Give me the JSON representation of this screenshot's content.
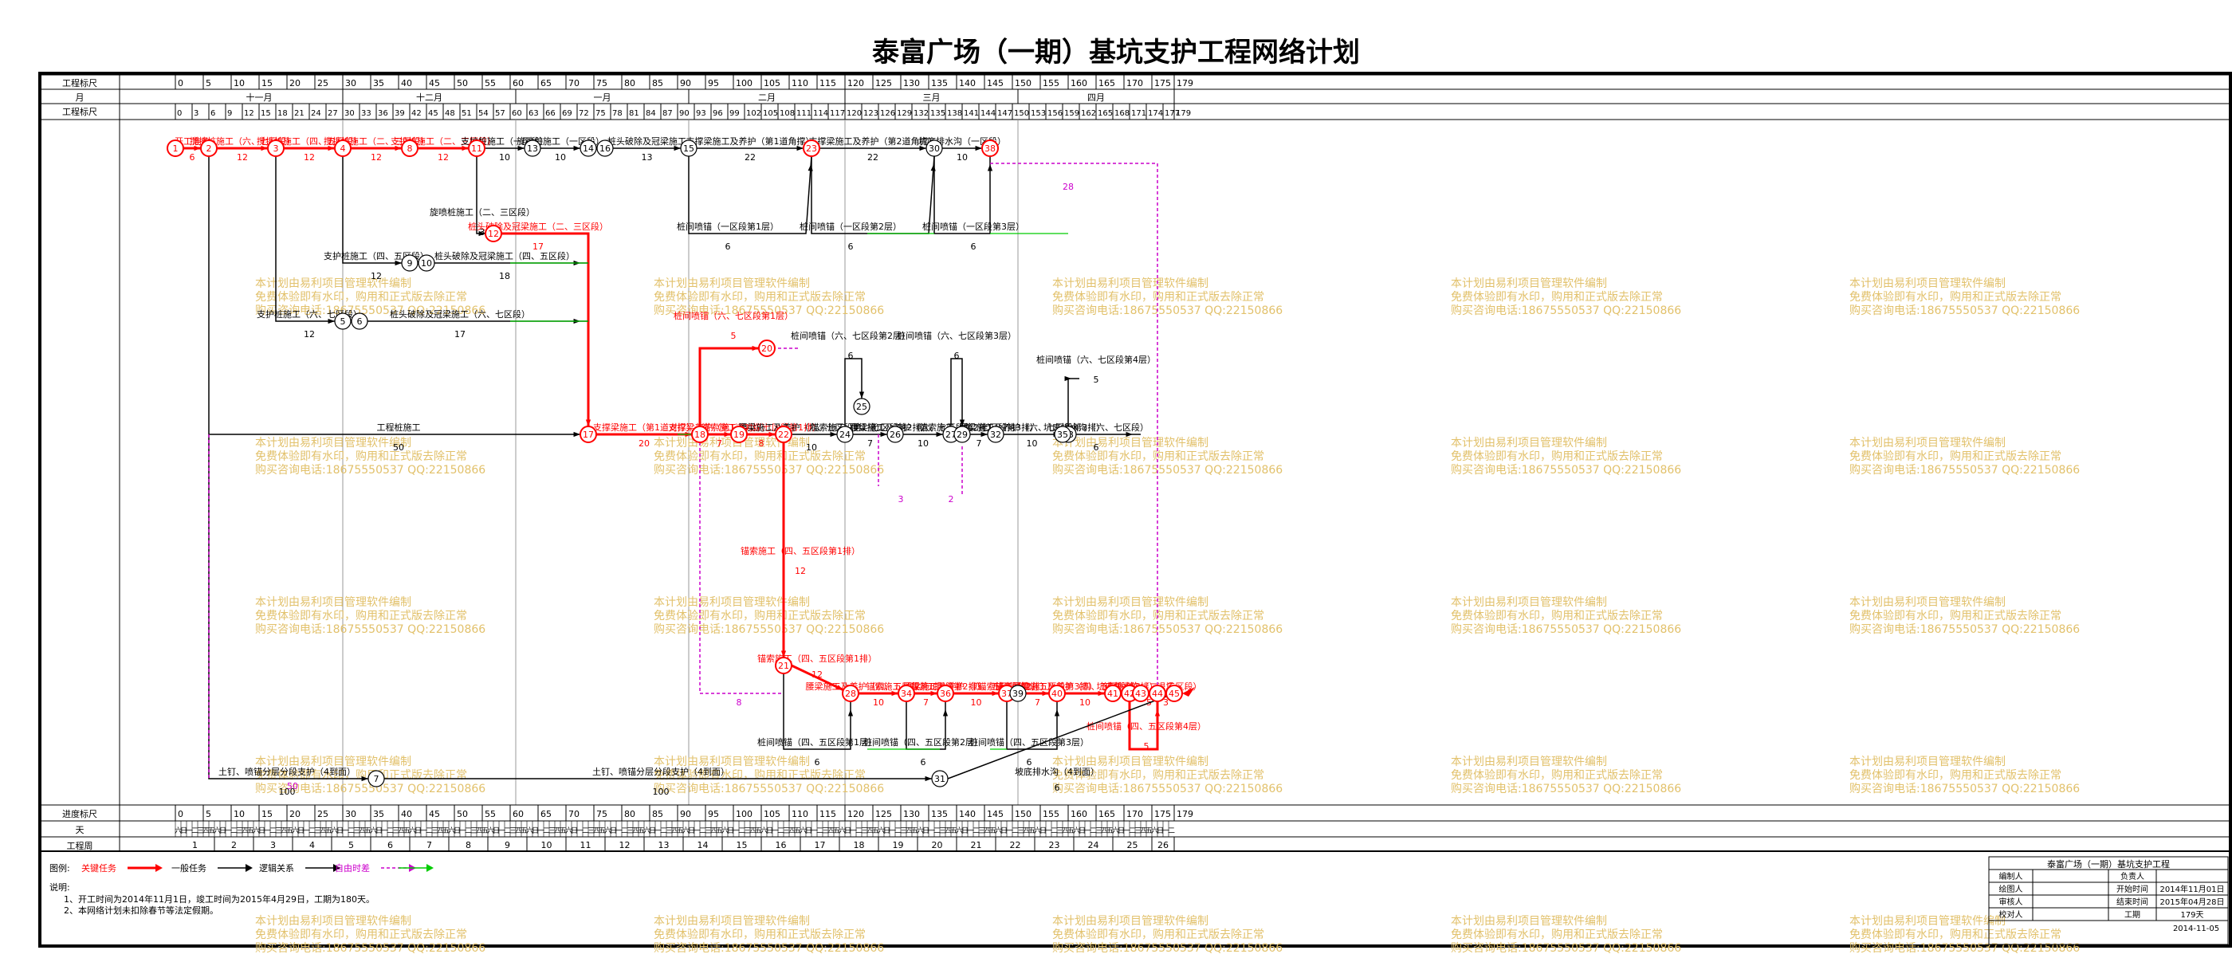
{
  "title": "泰富广场（一期）基坑支护工程网络计划",
  "header": {
    "row_labels": [
      "工程标尺",
      "月",
      "工程标尺"
    ],
    "scale_ticks": [
      "0",
      "5",
      "10",
      "15",
      "20",
      "25",
      "30",
      "35",
      "40",
      "45",
      "50",
      "55",
      "60",
      "65",
      "70",
      "75",
      "80",
      "85",
      "90",
      "95",
      "100",
      "105",
      "110",
      "115",
      "120",
      "125",
      "130",
      "135",
      "140",
      "145",
      "150",
      "155",
      "160",
      "165",
      "170",
      "175",
      "179"
    ],
    "months": [
      "十一月",
      "十二月",
      "一月",
      "二月",
      "三月",
      "四月"
    ],
    "days_top": [
      "0",
      "3",
      "6",
      "9",
      "12",
      "15",
      "18",
      "21",
      "24",
      "27",
      "30",
      "33",
      "36",
      "39",
      "42",
      "45",
      "48",
      "51",
      "54",
      "57",
      "60",
      "63",
      "66",
      "69",
      "72",
      "75",
      "78",
      "81",
      "84",
      "87",
      "90",
      "93",
      "96",
      "99",
      "102",
      "105",
      "108",
      "111",
      "114",
      "117",
      "120",
      "123",
      "126",
      "129",
      "132",
      "135",
      "138",
      "141",
      "144",
      "147",
      "150",
      "153",
      "156",
      "159",
      "162",
      "165",
      "168",
      "171",
      "174",
      "177",
      "179"
    ]
  },
  "footer_scale": {
    "row_labels": [
      "进度标尺",
      "天",
      "工程周"
    ],
    "weekdays": [
      "六",
      "日",
      "一",
      "二",
      "三",
      "四",
      "五"
    ],
    "weeks": [
      "1",
      "2",
      "3",
      "4",
      "5",
      "6",
      "7",
      "8",
      "9",
      "10",
      "11",
      "12",
      "13",
      "14",
      "15",
      "16",
      "17",
      "18",
      "19",
      "20",
      "21",
      "22",
      "23",
      "24",
      "25",
      "26"
    ]
  },
  "legend": {
    "prefix": "图例:",
    "items": [
      {
        "label": "关键任务",
        "color": "#ff0000"
      },
      {
        "label": "一般任务",
        "color": "#000000"
      },
      {
        "label": "逻辑关系",
        "color": "#000000"
      },
      {
        "label": "自由时差",
        "color": "#cc00cc"
      },
      {
        "label": "",
        "color": "#00cc00"
      }
    ]
  },
  "notes": {
    "title": "说明:",
    "lines": [
      "1、开工时间为2014年11月1日，竣工时间为2015年4月29日，工期为180天。",
      "2、本网络计划未扣除春节等法定假期。"
    ]
  },
  "info_table": {
    "project": "泰富广场（一期）基坑支护工程",
    "rows": [
      [
        "编制人",
        "",
        "负责人",
        ""
      ],
      [
        "绘图人",
        "",
        "开始时间",
        "2014年11月01日"
      ],
      [
        "审核人",
        "",
        "结束时间",
        "2015年04月28日"
      ],
      [
        "校对人",
        "",
        "工期",
        "179天"
      ]
    ],
    "date": "2014-11-05"
  },
  "watermark": {
    "lines": [
      "本计划由易利项目管理软件编制",
      "免费体验即有水印，购用和正式版去除正常",
      "购买咨询电话:18675550537 QQ:22150866"
    ]
  },
  "nodes": [
    {
      "id": "1",
      "crit": true
    },
    {
      "id": "2",
      "crit": true
    },
    {
      "id": "3",
      "crit": true
    },
    {
      "id": "4",
      "crit": true
    },
    {
      "id": "5"
    },
    {
      "id": "6"
    },
    {
      "id": "7"
    },
    {
      "id": "8",
      "crit": true
    },
    {
      "id": "9"
    },
    {
      "id": "10"
    },
    {
      "id": "11",
      "crit": true
    },
    {
      "id": "12",
      "crit": true
    },
    {
      "id": "13"
    },
    {
      "id": "14"
    },
    {
      "id": "15"
    },
    {
      "id": "16"
    },
    {
      "id": "17",
      "crit": true
    },
    {
      "id": "18",
      "crit": true
    },
    {
      "id": "19",
      "crit": true
    },
    {
      "id": "20",
      "crit": true
    },
    {
      "id": "21",
      "crit": true
    },
    {
      "id": "22",
      "crit": true
    },
    {
      "id": "23",
      "crit": true
    },
    {
      "id": "24"
    },
    {
      "id": "25"
    },
    {
      "id": "26"
    },
    {
      "id": "27"
    },
    {
      "id": "28",
      "crit": true
    },
    {
      "id": "29"
    },
    {
      "id": "30"
    },
    {
      "id": "31"
    },
    {
      "id": "32"
    },
    {
      "id": "33"
    },
    {
      "id": "34",
      "crit": true
    },
    {
      "id": "35"
    },
    {
      "id": "36",
      "crit": true
    },
    {
      "id": "37",
      "crit": true
    },
    {
      "id": "38",
      "crit": true
    },
    {
      "id": "39"
    },
    {
      "id": "40",
      "crit": true
    },
    {
      "id": "41",
      "crit": true
    },
    {
      "id": "42",
      "crit": true
    },
    {
      "id": "43",
      "crit": true
    },
    {
      "id": "44",
      "crit": true
    },
    {
      "id": "45",
      "crit": true
    }
  ],
  "tasks": [
    {
      "name": "开工准备",
      "dur": "6",
      "crit": true
    },
    {
      "name": "搅拌桩施工（六、七区段）",
      "dur": "12",
      "crit": true
    },
    {
      "name": "搅拌桩施工（四、五区段）",
      "dur": "12",
      "crit": true
    },
    {
      "name": "搅拌桩施工（二、三区段）",
      "dur": "12",
      "crit": true
    },
    {
      "name": "支护桩施工（二、三区段）",
      "dur": "12",
      "crit": true
    },
    {
      "name": "支护桩施工（一区段）",
      "dur": "10"
    },
    {
      "name": "旋喷桩施工（一区段）",
      "dur": "10"
    },
    {
      "name": "桩头破除及冠梁施工",
      "dur": "13"
    },
    {
      "name": "支撑梁施工及养护（第1道角撑）",
      "dur": "22"
    },
    {
      "name": "支撑梁施工及养护（第2道角撑）",
      "dur": "22"
    },
    {
      "name": "坑底排水沟（一区段）",
      "dur": "10"
    },
    {
      "name": "桩间喷锚（一区段第1层）",
      "dur": "6"
    },
    {
      "name": "桩间喷锚（一区段第2层）",
      "dur": "6"
    },
    {
      "name": "桩间喷锚（一区段第3层）",
      "dur": "6"
    },
    {
      "name": "旋喷桩施工（二、三区段）",
      "dur": "3"
    },
    {
      "name": "桩头破除及冠梁施工（二、三区段）",
      "dur": "17",
      "crit": true
    },
    {
      "name": "旋喷桩施工（四、五区段）",
      "dur": ""
    },
    {
      "name": "支护桩施工（四、五区段）",
      "dur": "12"
    },
    {
      "name": "桩头破除及冠梁施工（四、五区段）",
      "dur": "18"
    },
    {
      "name": "支护桩施工（六、七区段）",
      "dur": "12"
    },
    {
      "name": "旋喷桩施工（六、七区段）",
      "dur": "3"
    },
    {
      "name": "桩头破除及冠梁施工（六、七区段）",
      "dur": "17"
    },
    {
      "name": "工程桩施工",
      "dur": "50"
    },
    {
      "name": "支撑梁施工（第1道对撑）",
      "dur": "20",
      "crit": true
    },
    {
      "name": "支撑梁养护（第1道对撑）",
      "dur": "7",
      "crit": true
    },
    {
      "name": "锚索施工（六、七区段第1排）",
      "dur": "8",
      "crit": true
    },
    {
      "name": "桩间喷锚（六、七区段第1层）",
      "dur": "5",
      "crit": true
    },
    {
      "name": "腰梁施工及养护（六、七区段第1排）",
      "dur": "10"
    },
    {
      "name": "桩间喷锚（六、七区段第2层）",
      "dur": "6"
    },
    {
      "name": "锚索张拉",
      "dur": ""
    },
    {
      "name": "锚索施工（六、七区段第2排）",
      "dur": "7"
    },
    {
      "name": "腰梁施工及养护（六、七区段第2排）",
      "dur": "10"
    },
    {
      "name": "锚索张拉",
      "dur": ""
    },
    {
      "name": "桩间喷锚（六、七区段第3层）",
      "dur": "6"
    },
    {
      "name": "锚索施工（六、七区段第3排）",
      "dur": "7"
    },
    {
      "name": "腰梁施工及养护（六、七区段第3排）",
      "dur": "10"
    },
    {
      "name": "锚索张拉",
      "dur": ""
    },
    {
      "name": "桩间喷锚（六、七区段第4层）",
      "dur": "5"
    },
    {
      "name": "坑底排水沟（六、七区段）",
      "dur": "6"
    },
    {
      "name": "锚索施工（四、五区段第1排）",
      "dur": "12",
      "crit": true
    },
    {
      "name": "腰梁施工及养护（四、五区段第1排）",
      "dur": "10",
      "crit": true
    },
    {
      "name": "锚索施工（四、五区段第2排）",
      "dur": "7",
      "crit": true
    },
    {
      "name": "腰梁施工及养护（四、五区段第2排）",
      "dur": "10",
      "crit": true
    },
    {
      "name": "锚索张拉",
      "dur": "",
      "crit": true
    },
    {
      "name": "锚索施工（四、五区段第3排）",
      "dur": "7",
      "crit": true
    },
    {
      "name": "腰梁施工及养护（四、五区段第3排）",
      "dur": "10",
      "crit": true
    },
    {
      "name": "锚索张拉",
      "dur": "",
      "crit": true
    },
    {
      "name": "坑底排水沟（二、三区段）",
      "dur": "5",
      "crit": true
    },
    {
      "name": "桩间喷锚（四、五区段第4层）",
      "dur": "5",
      "crit": true
    },
    {
      "name": "退场",
      "dur": "3",
      "crit": true
    },
    {
      "name": "桩间喷锚（四、五区段第1层）",
      "dur": "6"
    },
    {
      "name": "桩间喷锚（四、五区段第2层）",
      "dur": "6"
    },
    {
      "name": "桩间喷锚（四、五区段第3层）",
      "dur": "6"
    },
    {
      "name": "坡底排水沟（4到面）",
      "dur": "6"
    },
    {
      "name": "土钉、喷锚分层分段支护（4到面）",
      "dur": "100"
    }
  ],
  "float_labels": [
    "28",
    "3",
    "3",
    "2",
    "3",
    "8",
    "50"
  ]
}
